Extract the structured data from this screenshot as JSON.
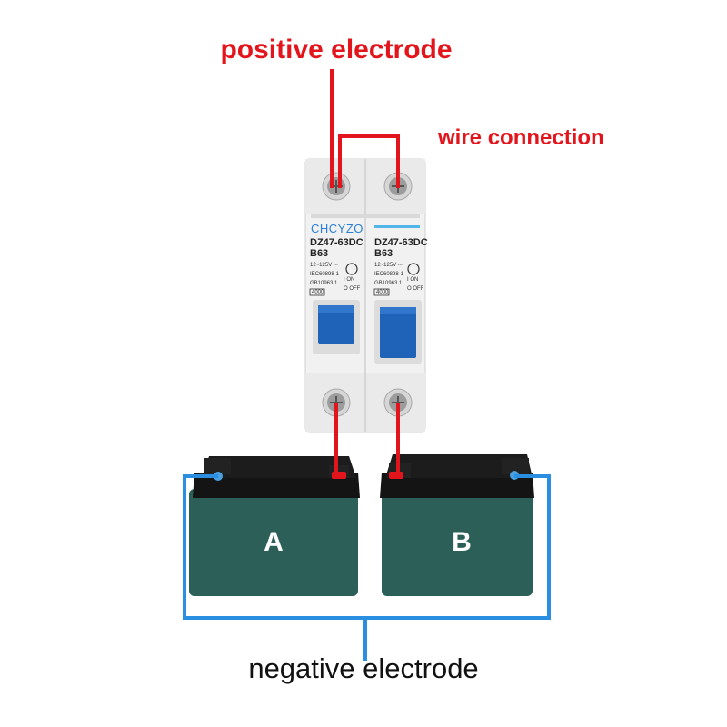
{
  "labels": {
    "positive": "positive electrode",
    "wire": "wire connection",
    "negative": "negative electrode"
  },
  "breaker": {
    "brand": "CHCYZO",
    "model": "DZ47-63DC",
    "rating": "B63",
    "voltage": "12~125V ⎓",
    "standard1": "IEC60898-1",
    "standard2": "GB10963.1",
    "on_label": "I ON",
    "off_label": "O OFF",
    "code": "4000"
  },
  "batteries": {
    "a": "A",
    "b": "B"
  },
  "colors": {
    "positive_wire": "#e3151c",
    "negative_wire": "#2a8fe0",
    "battery_body": "#2b5f57",
    "battery_lid": "#141414",
    "switch_blue": "#1f63b8"
  }
}
